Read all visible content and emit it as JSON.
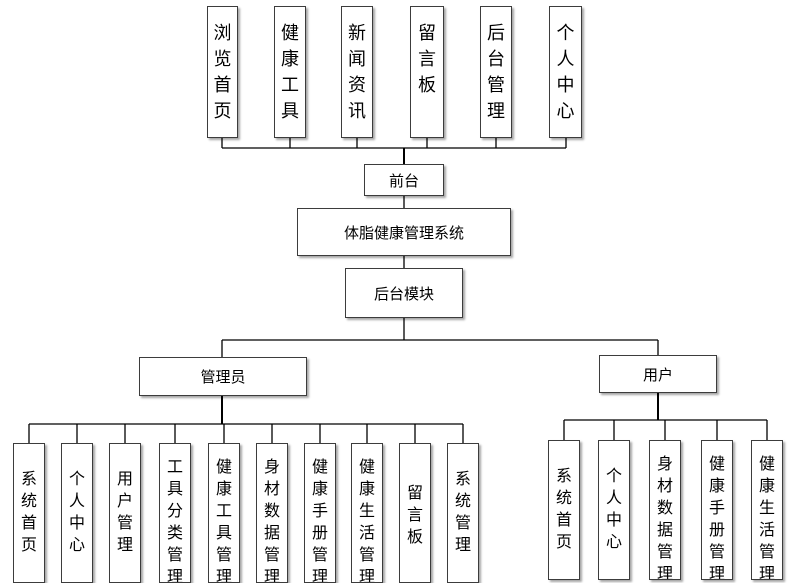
{
  "front_modules": [
    "浏览首页",
    "健康工具",
    "新闻资讯",
    "留言板",
    "后台管理",
    "个人中心"
  ],
  "frontend": "前台",
  "system_name": "体脂健康管理系统",
  "backend": "后台模块",
  "roles": {
    "admin": "管理员",
    "user": "用户"
  },
  "admin_modules": [
    "系统首页",
    "个人中心",
    "用户管理",
    "工具分类管理",
    "健康工具管理",
    "身材数据管理",
    "健康手册管理",
    "健康生活管理",
    "留言板",
    "系统管理"
  ],
  "user_modules": [
    "系统首页",
    "个人中心",
    "身材数据管理",
    "健康手册管理",
    "健康生活管理"
  ]
}
